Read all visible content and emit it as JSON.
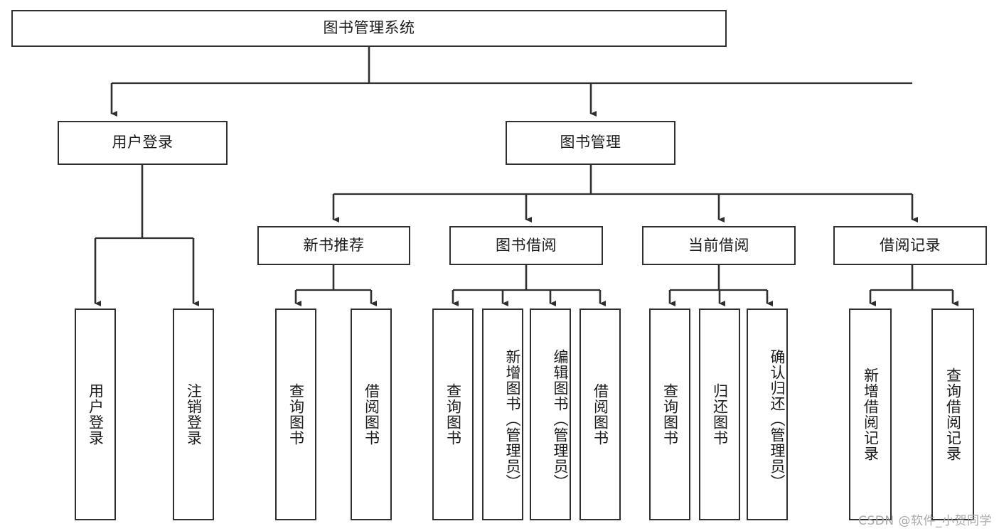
{
  "diagram": {
    "title": "图书管理系统",
    "type": "tree-hierarchy-chart",
    "colors": {
      "border": "#2f2f2f",
      "background": "#ffffff",
      "text": "#1b1b1b",
      "watermark": "#a8a8a8"
    },
    "root": {
      "label": "图书管理系统"
    },
    "level2": [
      {
        "label": "用户登录"
      },
      {
        "label": "图书管理"
      }
    ],
    "level3": [
      {
        "label": "新书推荐"
      },
      {
        "label": "图书借阅"
      },
      {
        "label": "当前借阅"
      },
      {
        "label": "借阅记录"
      }
    ],
    "leaves": [
      {
        "label": "用户登录",
        "parent": "用户登录"
      },
      {
        "label": "注销登录",
        "parent": "用户登录"
      },
      {
        "label": "查询图书",
        "parent": "新书推荐"
      },
      {
        "label": "借阅图书",
        "parent": "新书推荐"
      },
      {
        "label": "查询图书",
        "parent": "图书借阅"
      },
      {
        "label": "新增图书（管理员）",
        "parent": "图书借阅"
      },
      {
        "label": "编辑图书（管理员）",
        "parent": "图书借阅"
      },
      {
        "label": "借阅图书",
        "parent": "图书借阅"
      },
      {
        "label": "查询图书",
        "parent": "当前借阅"
      },
      {
        "label": "归还图书",
        "parent": "当前借阅"
      },
      {
        "label": "确认归还（管理员）",
        "parent": "当前借阅"
      },
      {
        "label": "新增借阅记录",
        "parent": "借阅记录"
      },
      {
        "label": "查询借阅记录",
        "parent": "借阅记录"
      }
    ]
  },
  "watermark": {
    "text": "CSDN @软件_小贺同学"
  }
}
